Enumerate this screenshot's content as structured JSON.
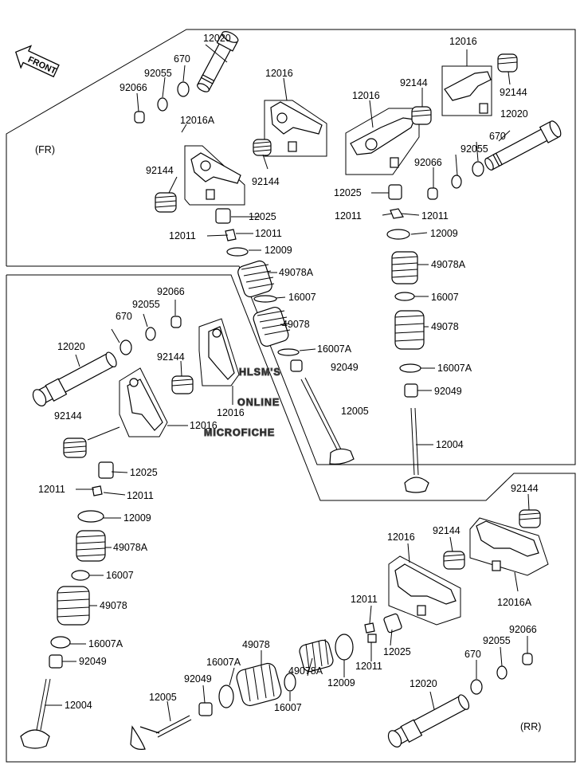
{
  "front_arrow": {
    "label": "FRONT"
  },
  "regions": {
    "fr": "(FR)",
    "rr": "(RR)"
  },
  "watermark": {
    "line1": "HLSM'S",
    "line2": "ONLINE",
    "line3": "MICROFICHE"
  },
  "labels": {
    "fr_12020": "12020",
    "fr_670": "670",
    "fr_92055": "92055",
    "fr_92066": "92066",
    "fr_12016a": "12016A",
    "fr_12016": "12016",
    "fr_92144_l": "92144",
    "fr_92144_r": "92144",
    "fr_12025": "12025",
    "fr_12011_a": "12011",
    "fr_12011_b": "12011",
    "fr_12009": "12009",
    "fr_49078a": "49078A",
    "fr_16007": "16007",
    "fr_49078": "49078",
    "fr_16007a": "16007A",
    "fr_92049": "92049",
    "fr_12005": "12005",
    "fr2_12016_top": "12016",
    "fr2_92144_a": "92144",
    "fr2_92144_b": "92144",
    "fr2_12016": "12016",
    "fr2_12020": "12020",
    "fr2_670": "670",
    "fr2_92055": "92055",
    "fr2_92066": "92066",
    "fr2_12025": "12025",
    "fr2_12011_a": "12011",
    "fr2_12011_b": "12011",
    "fr2_12009": "12009",
    "fr2_49078a": "49078A",
    "fr2_16007": "16007",
    "fr2_49078": "49078",
    "fr2_16007a": "16007A",
    "fr2_92049": "92049",
    "fr2_12004": "12004",
    "rl_92066": "92066",
    "rl_92055": "92055",
    "rl_670": "670",
    "rl_12020": "12020",
    "rl_92144_a": "92144",
    "rl_12016_mid": "12016",
    "rl_12016": "12016",
    "rl_92144_b": "92144",
    "rl_12025": "12025",
    "rl_12011_a": "12011",
    "rl_12011_b": "12011",
    "rl_12009": "12009",
    "rl_49078a": "49078A",
    "rl_16007": "16007",
    "rl_49078": "49078",
    "rl_16007a": "16007A",
    "rl_92049": "92049",
    "rl_12004": "12004",
    "rr_92144_a": "92144",
    "rr_92144_b": "92144",
    "rr_12016": "12016",
    "rr_12016a": "12016A",
    "rr_12011_a": "12011",
    "rr_12011_b": "12011",
    "rr_12025": "12025",
    "rr_49078a": "49078A",
    "rr_49078": "49078",
    "rr_12009": "12009",
    "rr_16007a": "16007A",
    "rr_16007": "16007",
    "rr_92049": "92049",
    "rr_12005": "12005",
    "rr_670": "670",
    "rr_92055": "92055",
    "rr_92066": "92066",
    "rr_12020": "12020"
  }
}
